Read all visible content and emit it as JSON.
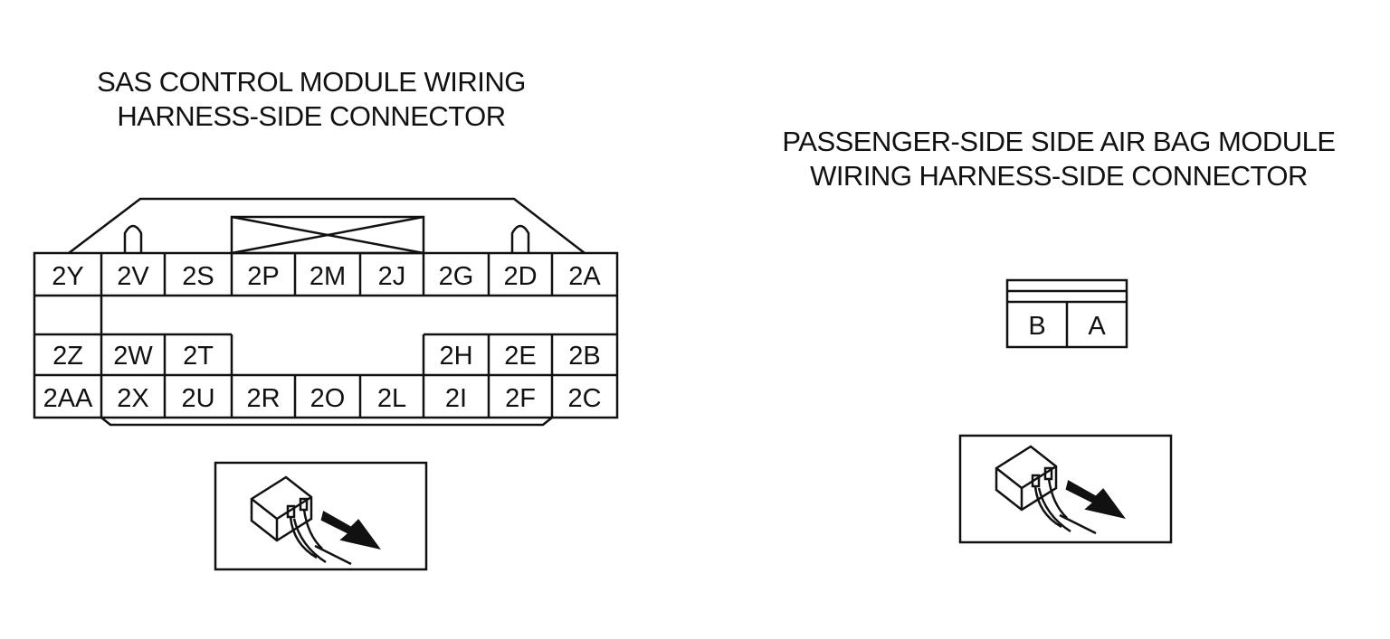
{
  "sas_connector": {
    "title_line1": "SAS CONTROL MODULE WIRING",
    "title_line2": "HARNESS-SIDE CONNECTOR",
    "top_row": [
      "2Y",
      "2V",
      "2S",
      "2P",
      "2M",
      "2J",
      "2G",
      "2D",
      "2A"
    ],
    "middle_row_left": [
      "2Z",
      "2W",
      "2T"
    ],
    "middle_row_right": [
      "2H",
      "2E",
      "2B"
    ],
    "bottom_row": [
      "2AA",
      "2X",
      "2U",
      "2R",
      "2O",
      "2L",
      "2I",
      "2F",
      "2C"
    ],
    "view_icon": "connector-view-arrow-icon"
  },
  "passenger_connector": {
    "title_line1": "PASSENGER-SIDE SIDE AIR BAG MODULE",
    "title_line2": "WIRING HARNESS-SIDE CONNECTOR",
    "terminals": [
      "B",
      "A"
    ],
    "view_icon": "connector-view-arrow-icon"
  },
  "colors": {
    "line": "#111111",
    "background": "#ffffff"
  }
}
